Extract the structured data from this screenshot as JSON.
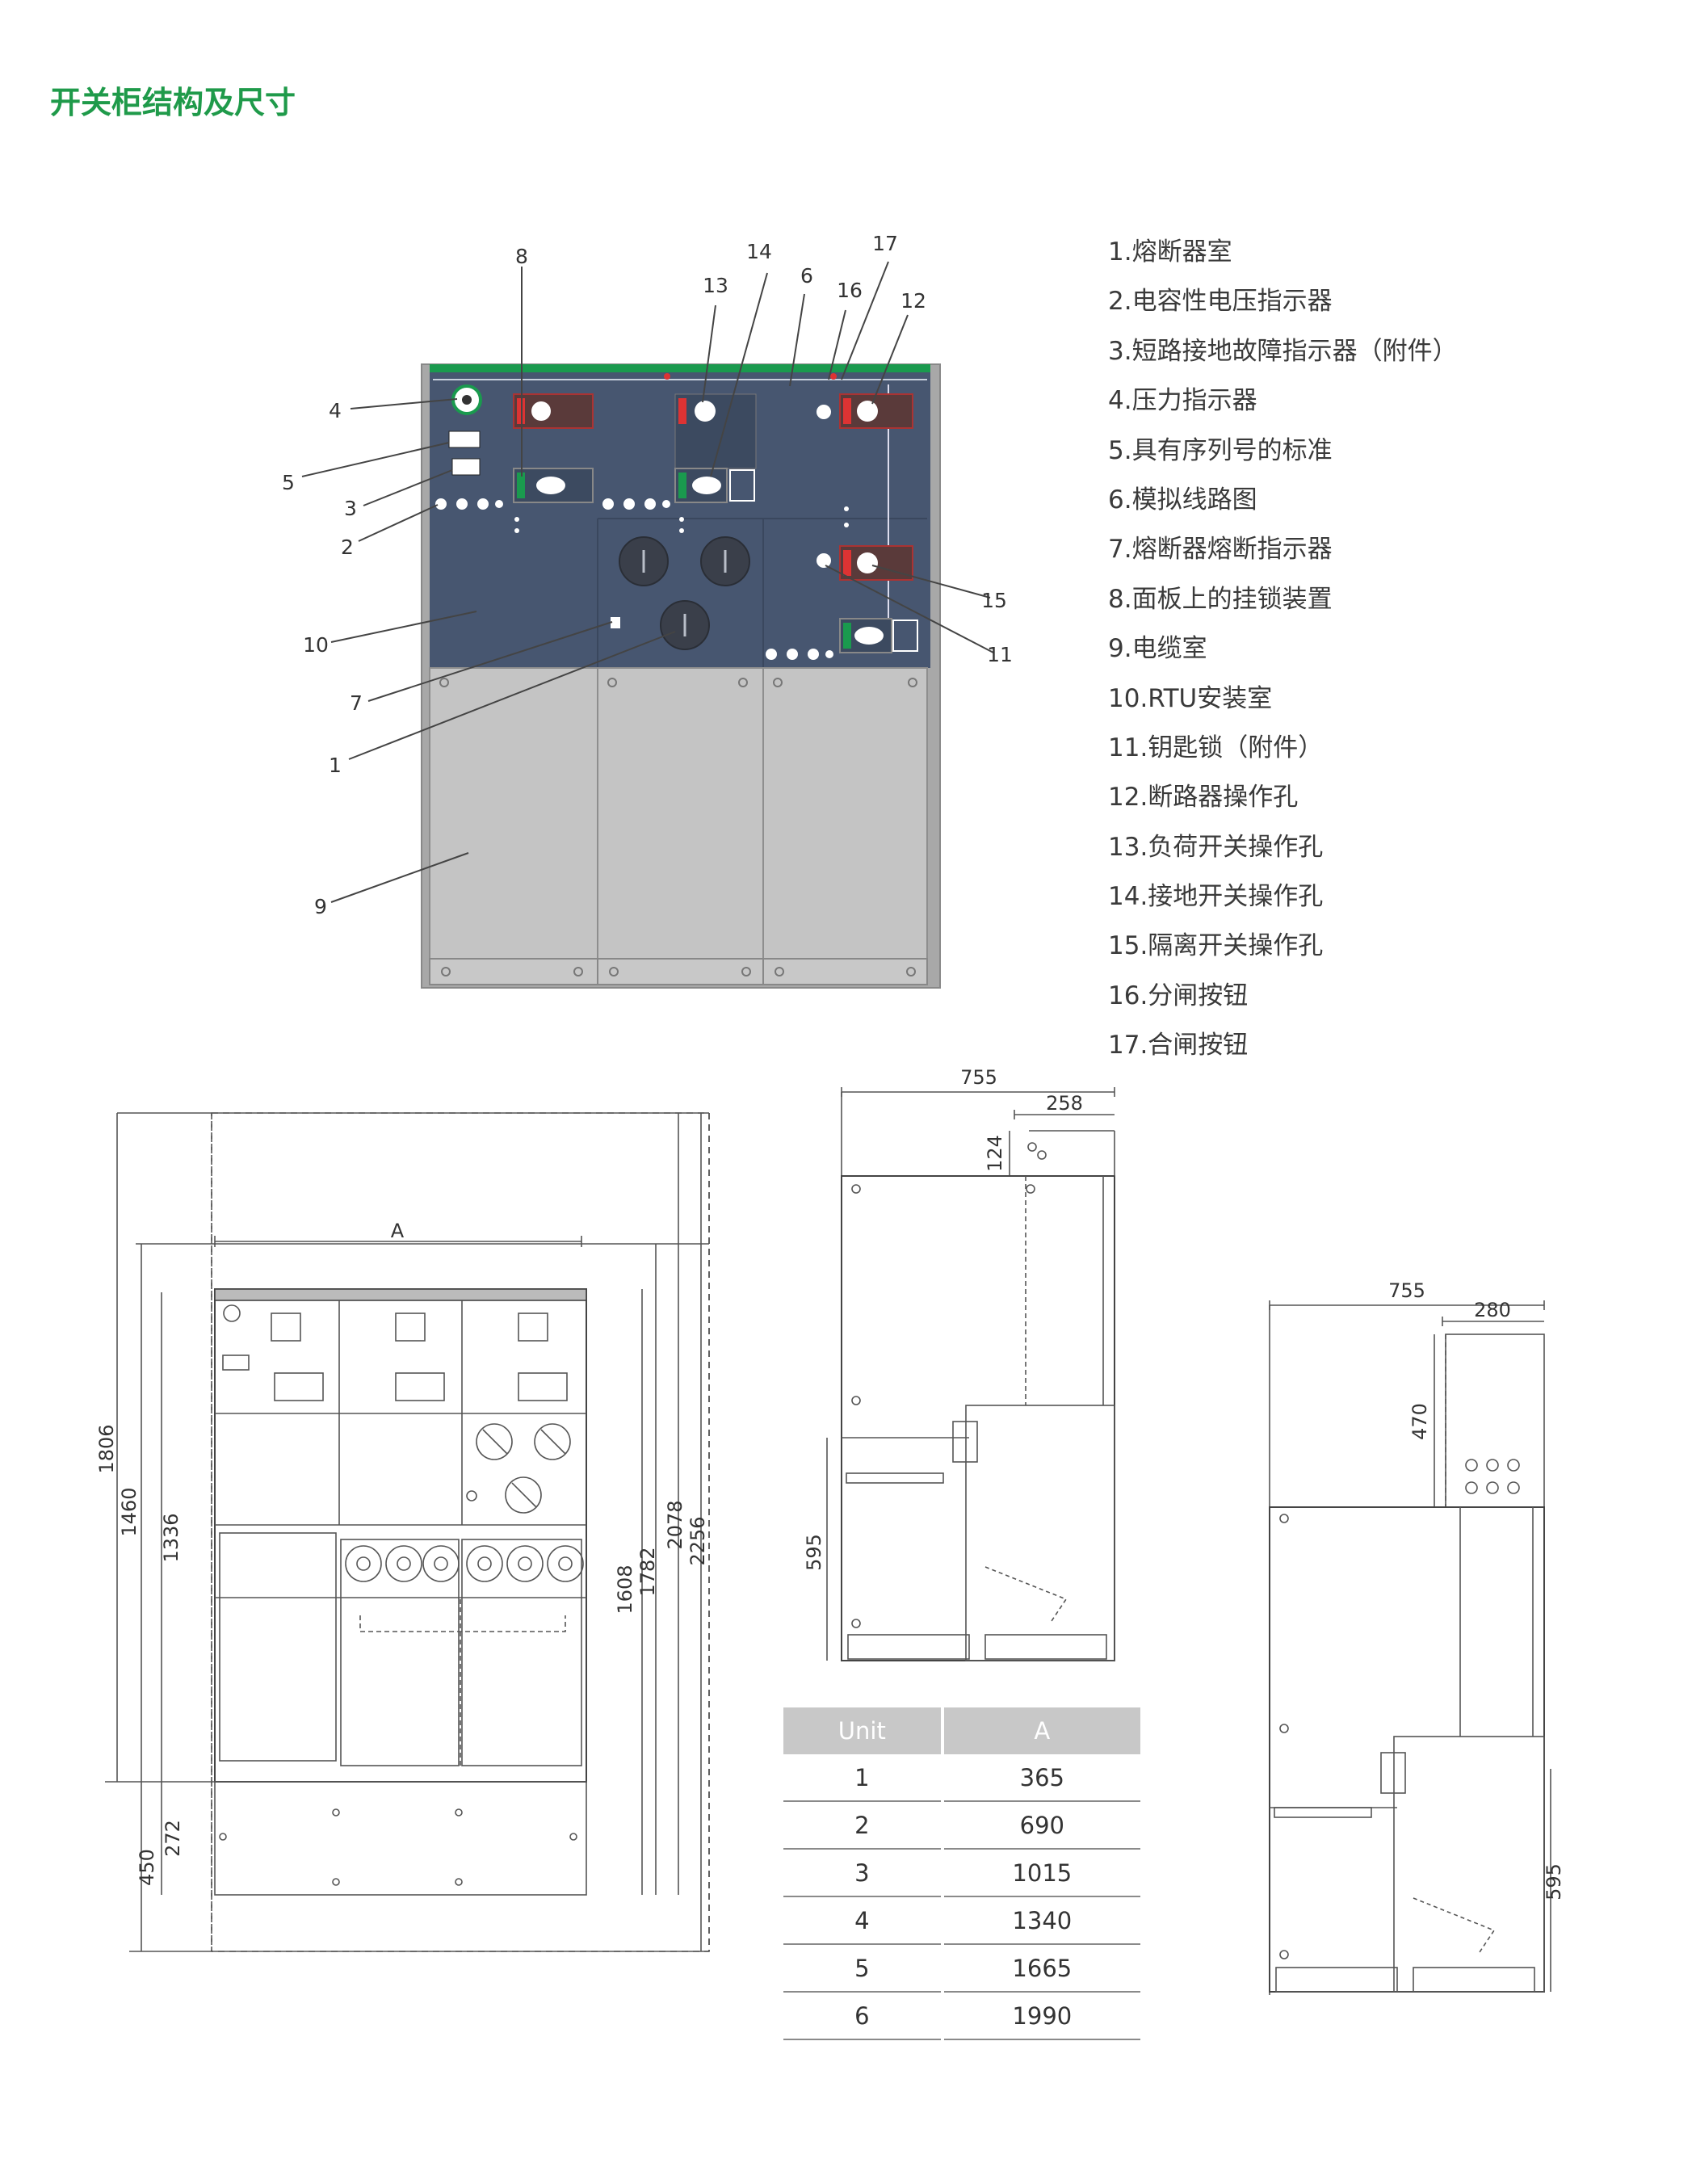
{
  "title": "开关柜结构及尺寸",
  "legend": [
    "1.熔断器室",
    "2.电容性电压指示器",
    "3.短路接地故障指示器（附件）",
    "4.压力指示器",
    "5.具有序列号的标准",
    "6.模拟线路图",
    "7.熔断器熔断指示器",
    "8.面板上的挂锁装置",
    "9.电缆室",
    "10.RTU安装室",
    "11.钥匙锁（附件）",
    "12.断路器操作孔",
    "13.负荷开关操作孔",
    "14.接地开关操作孔",
    "15.隔离开关操作孔",
    "16.分闸按钮",
    "17.合闸按钮"
  ],
  "callouts": [
    "1",
    "2",
    "3",
    "4",
    "5",
    "6",
    "7",
    "8",
    "9",
    "10",
    "11",
    "12",
    "13",
    "14",
    "15",
    "16",
    "17"
  ],
  "dimensions": {
    "front": {
      "width_label": "A",
      "d1806": "1806",
      "d1460": "1460",
      "d1336": "1336",
      "d272": "272",
      "d450": "450",
      "d1608": "1608",
      "d1782": "1782",
      "d2078": "2078",
      "d2256": "2256"
    },
    "side1": {
      "d755": "755",
      "d258": "258",
      "d124": "124",
      "d595": "595"
    },
    "side2": {
      "d755": "755",
      "d280": "280",
      "d470": "470",
      "d595": "595"
    }
  },
  "table": {
    "headers": [
      "Unit",
      "A"
    ],
    "rows": [
      [
        "1",
        "365"
      ],
      [
        "2",
        "690"
      ],
      [
        "3",
        "1015"
      ],
      [
        "4",
        "1340"
      ],
      [
        "5",
        "1665"
      ],
      [
        "6",
        "1990"
      ]
    ]
  },
  "colors": {
    "title": "#1f9a4a",
    "panel": "#475670",
    "panel_lower": "#c4c4c4",
    "green_strip": "#1a9a4e",
    "table_header": "#c8c8c8"
  }
}
